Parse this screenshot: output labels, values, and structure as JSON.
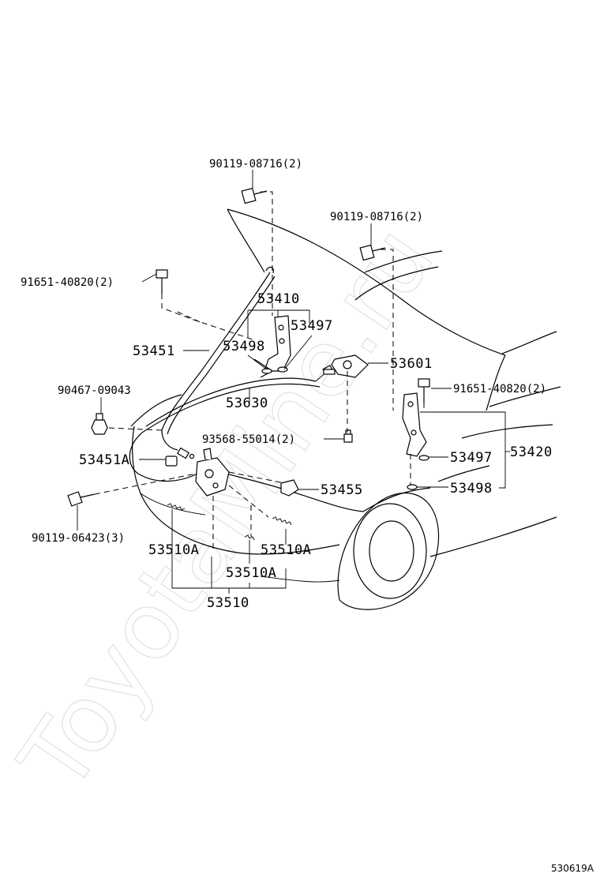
{
  "watermark": "ToyotaMine.ru",
  "diagram_ref": "530619A",
  "labels": {
    "bolt_hinge_left": "90119-08716(2)",
    "bolt_hinge_right": "90119-08716(2)",
    "bolt_support_left": "91651-40820(2)",
    "bolt_support_right": "91651-40820(2)",
    "hinge_left": "53410",
    "washer_hinge_left": "53497",
    "washer2_hinge_left": "53498",
    "hood_support_rod": "53451",
    "rod_clip": "90467-09043",
    "lock_control_cable": "53630",
    "hood_lock_release": "53601",
    "clip_release": "93568-55014(2)",
    "rod_holder": "53451A",
    "bolt_lock": "90119-06423(3)",
    "hinge_right_assembly": "53420",
    "washer_hinge_right": "53497",
    "washer2_hinge_right": "53498",
    "cable_clamp": "53455",
    "lock_sub_a1": "53510A",
    "lock_sub_a2": "53510A",
    "lock_sub_a3": "53510A",
    "hood_lock_assembly": "53510"
  }
}
